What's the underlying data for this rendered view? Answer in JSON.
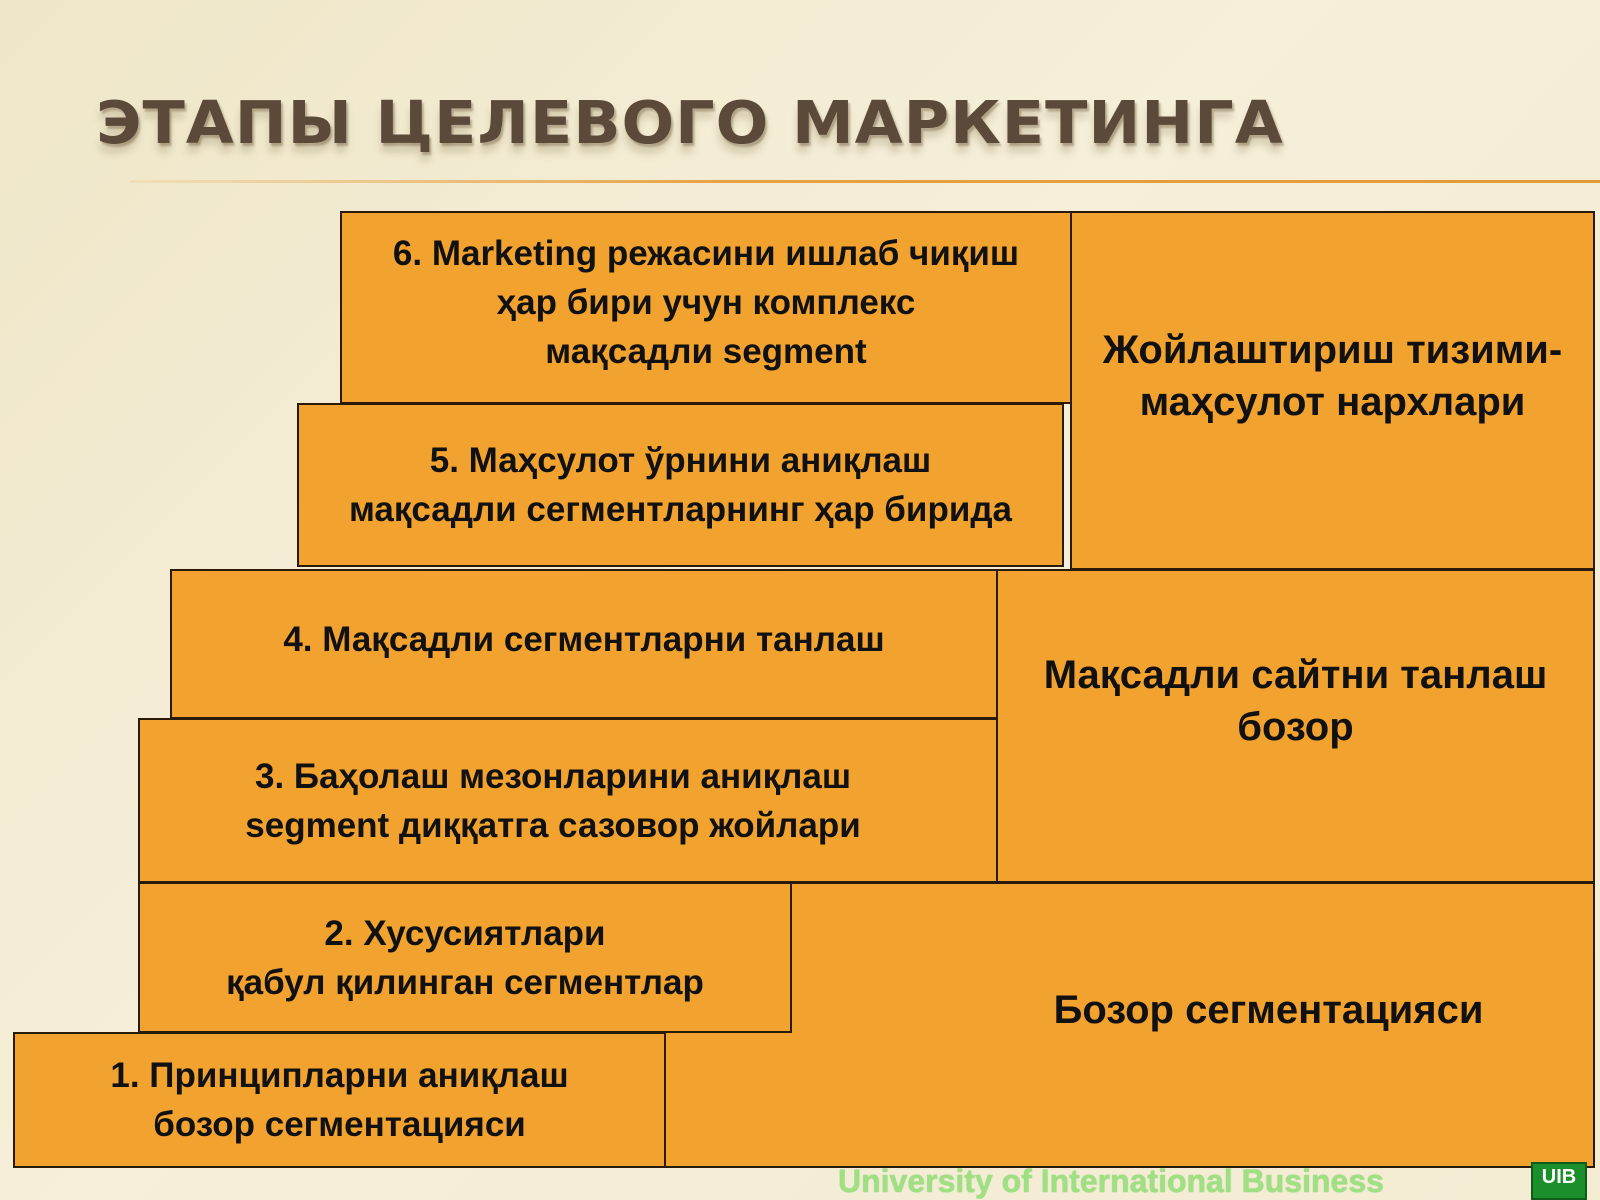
{
  "slide": {
    "title": "ЭТАПЫ ЦЕЛЕВОГО МАРКЕТИНГА",
    "footer": "University of International Business",
    "logo_text": "UIB"
  },
  "steps": [
    {
      "label": "1. Принципларни аниқлаш\nбозор сегментацияси"
    },
    {
      "label": "2. Хусусиятлари\nқабул қилинган сегментлар"
    },
    {
      "label": "3. Баҳолаш мезонларини аниқлаш\nsegment диққатга сазовор жойлари"
    },
    {
      "label": "4. Мақсадли сегментларни танлаш"
    },
    {
      "label": "5. Маҳсулот ўрнини аниқлаш\nмақсадли сегментларнинг ҳар бирида"
    },
    {
      "label": "6. Marketing режасини ишлаб чиқиш\nҳар бири учун комплекс\nмақсадли segment"
    }
  ],
  "categories": {
    "positioning": "Жойлаштириш тизими-\nмаҳсулот нархлари",
    "targeting": "Мақсадли сайтни танлаш\nбозор",
    "segmentation": "Бозор сегментацияси"
  },
  "colors": {
    "box_fill": "#f1a22f",
    "box_border": "#2a1a0a",
    "title": "#5b4a39",
    "footer": "#9ee082",
    "logo": "#1c8f2d"
  }
}
